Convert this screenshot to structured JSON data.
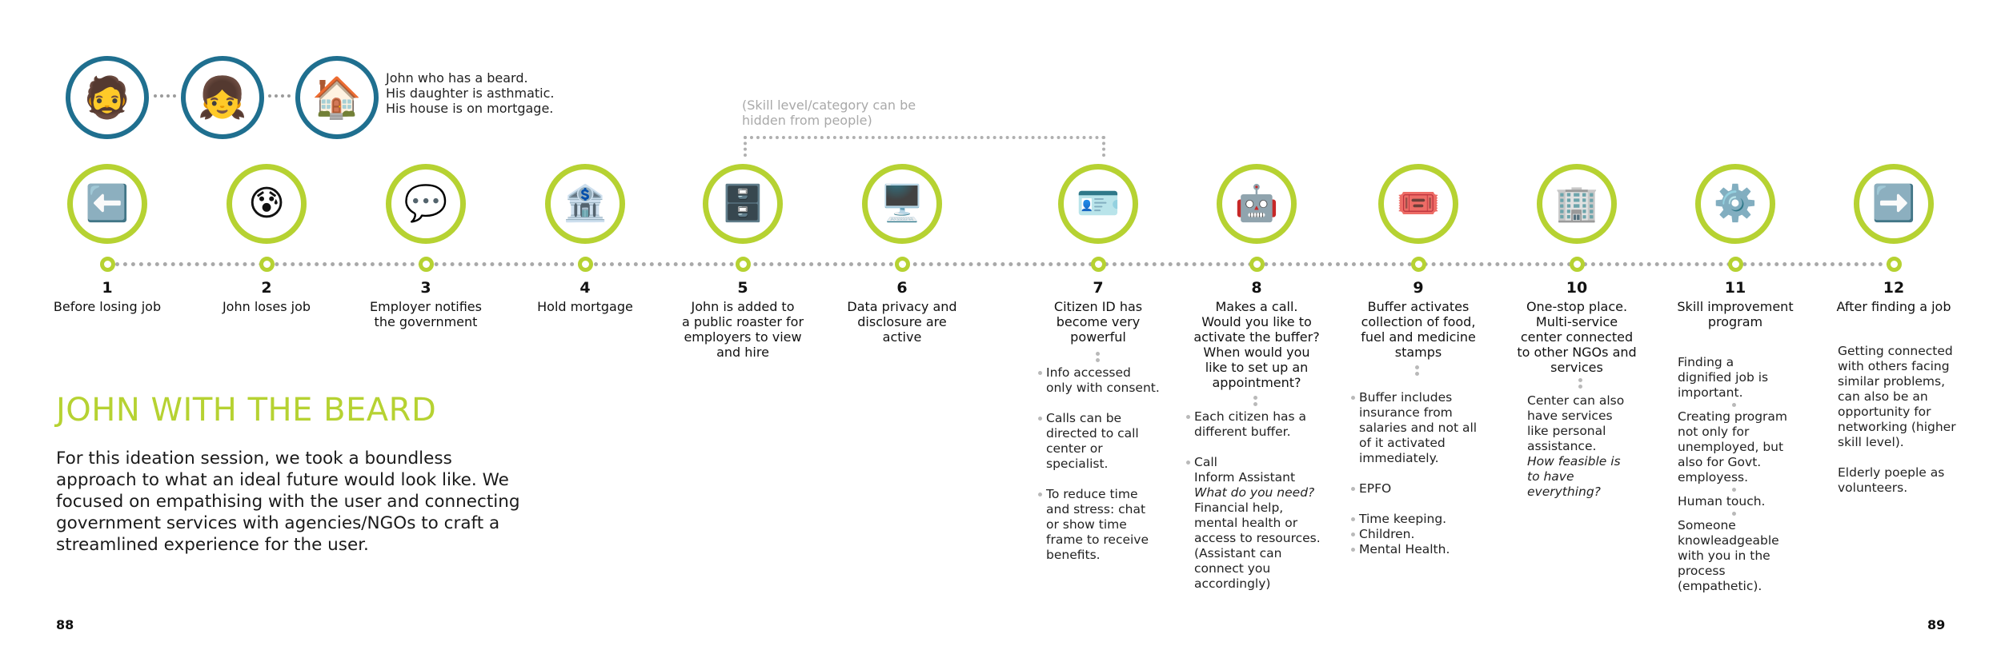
{
  "personas": [
    {
      "icon": "🧔",
      "icon_name": "bearded-man-icon"
    },
    {
      "icon": "👧",
      "icon_name": "daughter-icon"
    },
    {
      "icon": "🏠",
      "icon_name": "house-icon"
    }
  ],
  "persona_note": [
    "John who has a beard.",
    "His daughter is asthmatic.",
    "His  house is on mortgage."
  ],
  "skill_note": [
    "(Skill level/category can be",
    "hidden from people)"
  ],
  "steps": [
    {
      "num": "1",
      "icon": "⬅️",
      "icon_name": "back-arrow-icon",
      "label": [
        "Before losing job"
      ]
    },
    {
      "num": "2",
      "icon": "😰",
      "icon_name": "worried-face-icon",
      "label": [
        "John loses job"
      ]
    },
    {
      "num": "3",
      "icon": "💬",
      "icon_name": "speech-bubble-icon",
      "label": [
        "Employer notifies",
        "the government"
      ]
    },
    {
      "num": "4",
      "icon": "🏦",
      "icon_name": "bank-icon",
      "label": [
        "Hold mortgage"
      ]
    },
    {
      "num": "5",
      "icon": "🗄️",
      "icon_name": "file-cabinet-icon",
      "label": [
        "John is added to",
        "a public roaster for",
        "employers to view",
        "and hire"
      ]
    },
    {
      "num": "6",
      "icon": "🖥️",
      "icon_name": "monitor-icon",
      "label": [
        "Data privacy and",
        "disclosure are",
        "active"
      ]
    },
    {
      "num": "7",
      "icon": "🪪",
      "icon_name": "id-card-icon",
      "label": [
        "Citizen ID has",
        "become very",
        "powerful"
      ]
    },
    {
      "num": "8",
      "icon": "🤖",
      "icon_name": "robot-icon",
      "label": [
        "Makes a call.",
        "Would you like to",
        "activate the buffer?",
        "When would you",
        "like to set up an",
        "appointment?"
      ]
    },
    {
      "num": "9",
      "icon": "🎟️",
      "icon_name": "admit-one-ticket-icon",
      "label": [
        "Buffer activates",
        "collection of food,",
        "fuel and medicine",
        "stamps"
      ]
    },
    {
      "num": "10",
      "icon": "🏢",
      "icon_name": "office-building-icon",
      "label": [
        "One-stop place.",
        "Multi-service",
        "center connected",
        "to other NGOs and",
        "services"
      ]
    },
    {
      "num": "11",
      "icon": "⚙️",
      "icon_name": "gear-icon",
      "label": [
        "Skill improvement",
        "program"
      ]
    },
    {
      "num": "12",
      "icon": "➡️",
      "icon_name": "forward-arrow-icon",
      "label": [
        "After finding a job"
      ]
    }
  ],
  "details": {
    "step7": [
      "Info accessed",
      "only with consent.",
      "Calls can be",
      "directed to call",
      "center or",
      "specialist.",
      "To reduce time",
      "and stress: chat",
      "or show time",
      "frame to receive",
      "benefits."
    ],
    "step8": [
      "Each citizen has a",
      "different buffer.",
      "Call",
      "Inform Assistant",
      "What do you need?",
      "Financial help,",
      "mental health or",
      "access to resources.",
      "(Assistant can",
      "connect you",
      "accordingly)"
    ],
    "step9": [
      "Buffer includes",
      "insurance from",
      "salaries and not all",
      "of it activated",
      "immediately.",
      "EPFO",
      "Time keeping.",
      "Children.",
      "Mental Health."
    ],
    "step10": [
      "Center can also",
      "have services",
      "like personal",
      "assistance.",
      "How feasible is",
      "to have",
      "everything?"
    ],
    "step11": [
      "Finding a",
      "dignified job is",
      "important.",
      "Creating program",
      "not only for",
      "unemployed, but",
      "also for Govt.",
      "employess.",
      "Human touch.",
      "Someone",
      "knowleadgeable",
      "with you in the",
      "process",
      "(empathetic)."
    ],
    "step12": [
      "Getting connected",
      "with others facing",
      "similar  problems,",
      "can also be an",
      "opportunity for",
      "networking (higher",
      "skill level).",
      "Elderly poeple as",
      "volunteers."
    ]
  },
  "title": "JOHN WITH THE BEARD",
  "intro": "For this ideation session, we took a boundless approach to what an ideal future would look like. We focused on empathising with the user and connecting government services with agencies/NGOs to craft a streamlined experience for the user.",
  "page_left": "88",
  "page_right": "89",
  "colors": {
    "accent": "#b6d232",
    "persona_ring": "#1f6f8f",
    "dots": "#a9a9a9"
  }
}
